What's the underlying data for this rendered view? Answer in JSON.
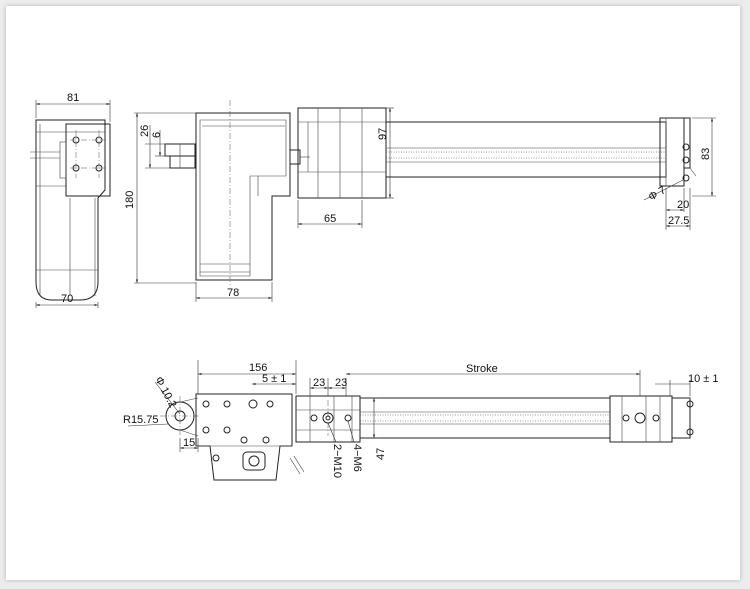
{
  "drawing": {
    "top_view": {
      "width_81": "81",
      "width_70": "70",
      "height_180": "180",
      "offset_26": "26",
      "offset_6": "6",
      "width_78": "78",
      "width_65": "65",
      "height_97": "97",
      "dia_7": "Φ 7",
      "width_20": "20",
      "width_27_5": "27.5",
      "height_83": "83"
    },
    "side_view": {
      "length_156": "156",
      "tol_5": "5 ± 1",
      "dim_23a": "23",
      "dim_23b": "23",
      "stroke": "Stroke",
      "tol_10": "10 ± 1",
      "dia_10_2": "Φ 10.2",
      "radius": "R15.75",
      "dim_15": "15",
      "holes_m10": "2−M10",
      "holes_m6": "4−M6",
      "height_47": "47"
    }
  }
}
